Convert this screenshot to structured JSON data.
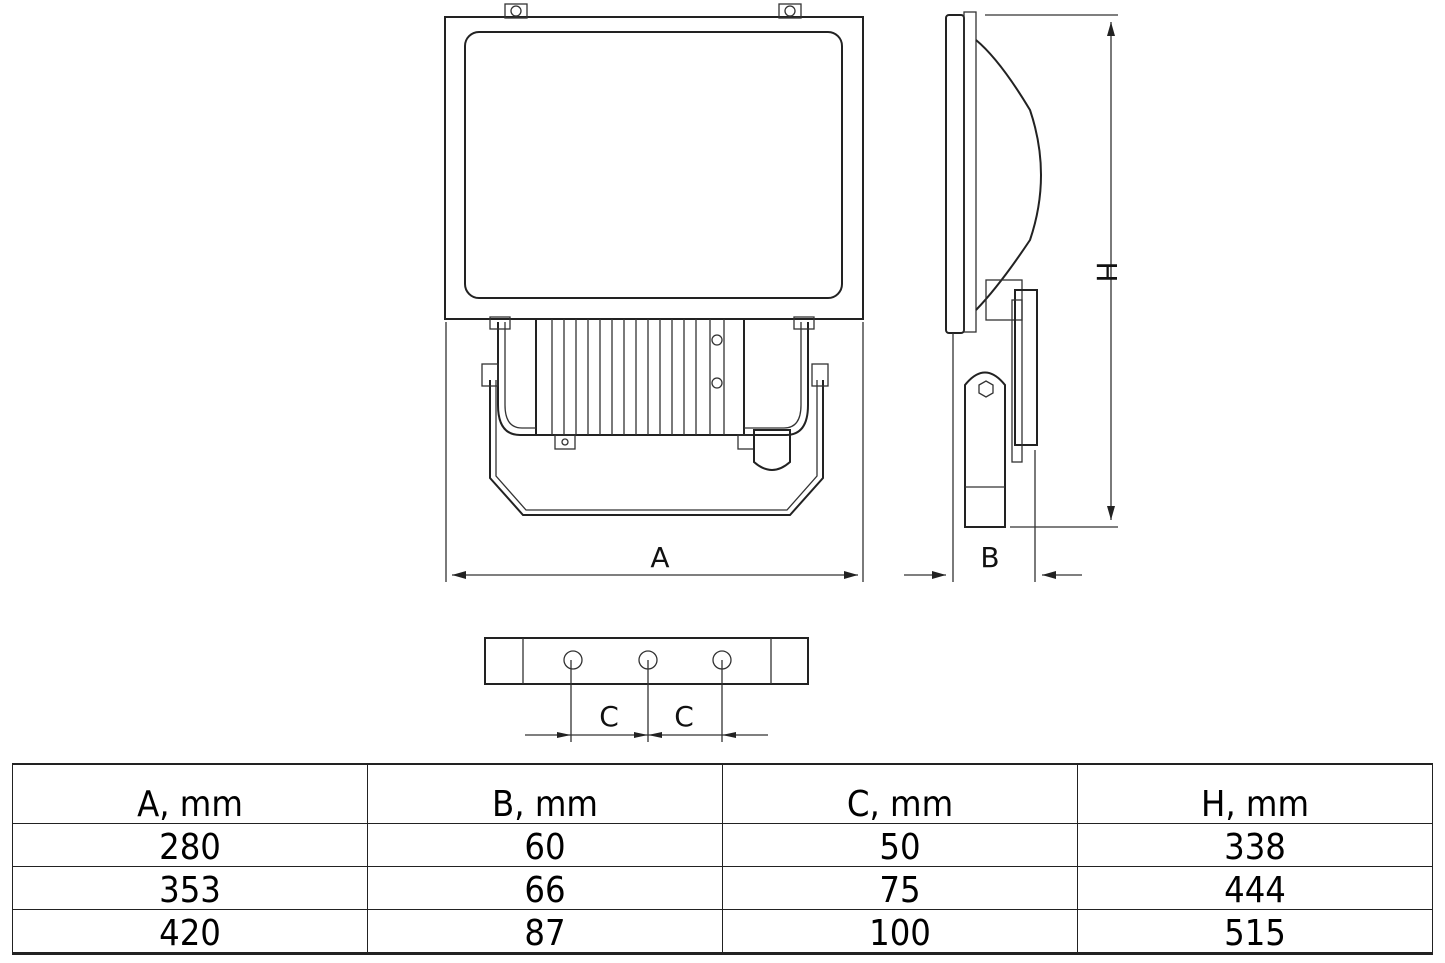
{
  "drawing": {
    "labels": {
      "A": "A",
      "B": "B",
      "C1": "C",
      "C2": "C",
      "H": "H"
    }
  },
  "table": {
    "headers": [
      "A, mm",
      "B, mm",
      "C, mm",
      "H, mm"
    ],
    "rows": [
      [
        "280",
        "60",
        "50",
        "338"
      ],
      [
        "353",
        "66",
        "75",
        "444"
      ],
      [
        "420",
        "87",
        "100",
        "515"
      ]
    ]
  }
}
